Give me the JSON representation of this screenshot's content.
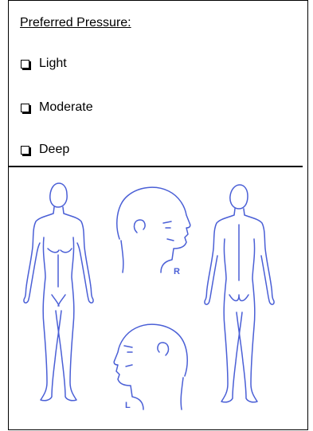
{
  "form": {
    "heading": "Preferred Pressure:",
    "options": [
      {
        "label": "Light",
        "checked": false
      },
      {
        "label": "Moderate",
        "checked": false
      },
      {
        "label": "Deep",
        "checked": false
      }
    ]
  },
  "body_diagram": {
    "line_color": "#4a5fd6",
    "right_label": "R",
    "left_label": "L"
  }
}
